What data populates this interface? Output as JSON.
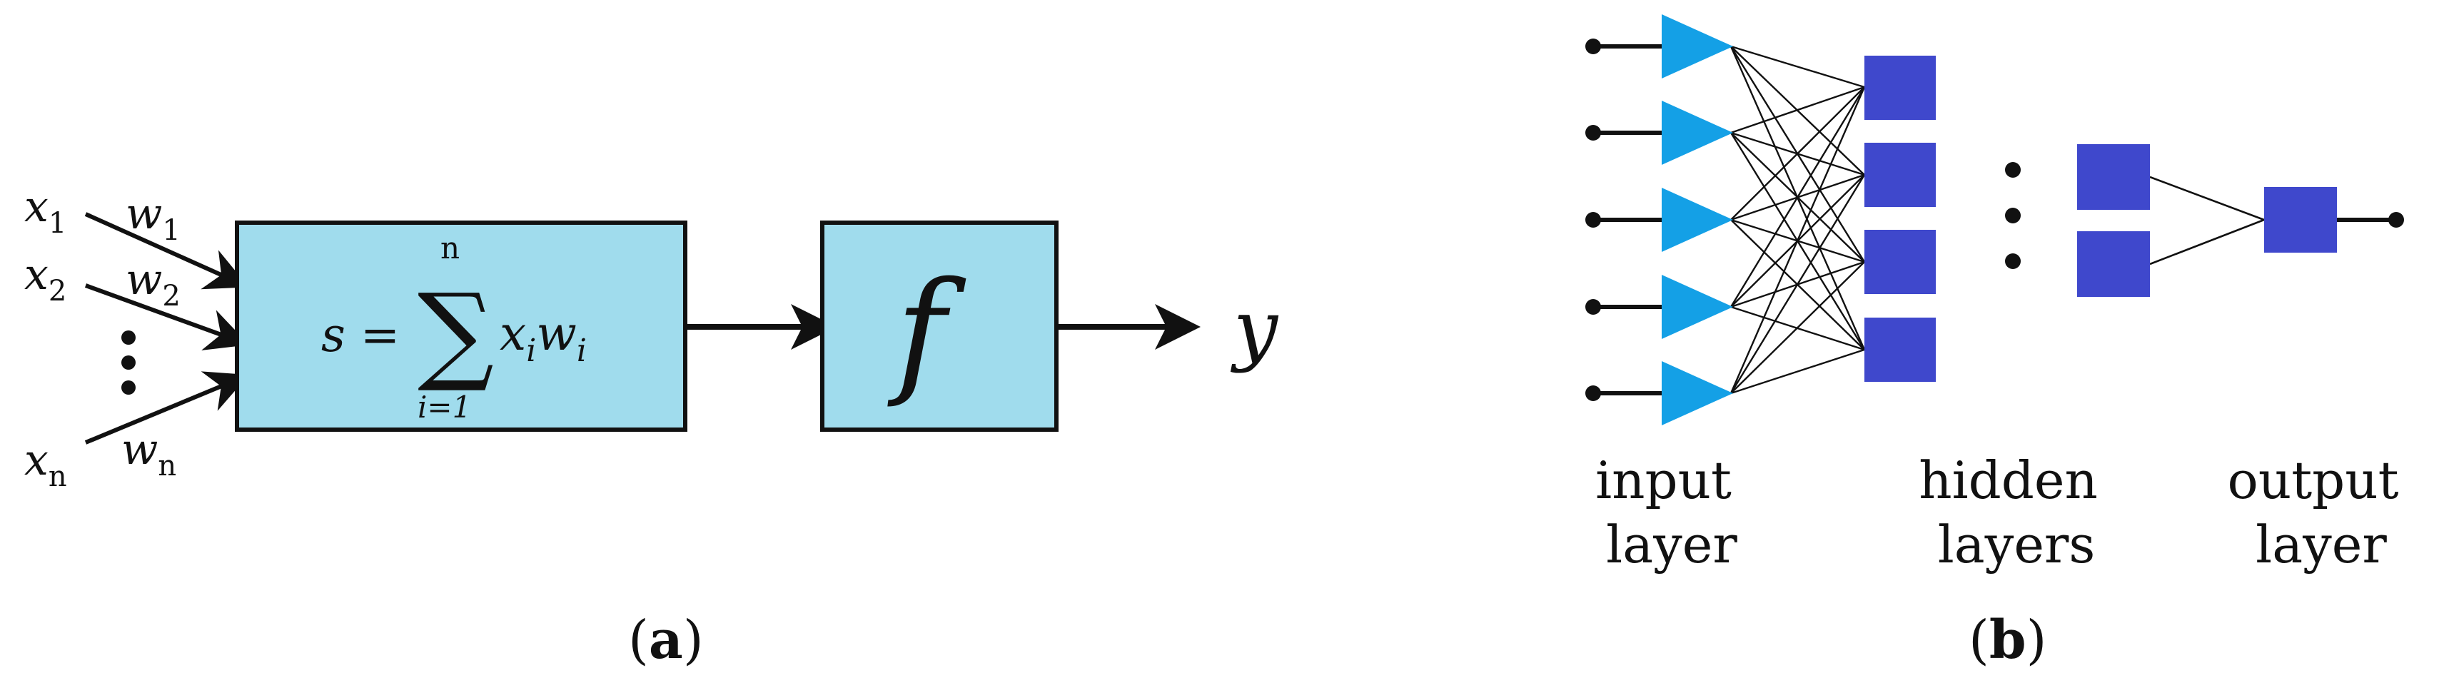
{
  "panel_a": {
    "inputs": [
      {
        "x_base": "x",
        "x_sub": "1",
        "w_base": "w",
        "w_sub": "1"
      },
      {
        "x_base": "x",
        "x_sub": "2",
        "w_base": "w",
        "w_sub": "2"
      },
      {
        "x_base": "x",
        "x_sub": "n",
        "w_base": "w",
        "w_sub": "n"
      }
    ],
    "sum_lhs": "s =",
    "sum_symbol": "∑",
    "sum_upper": "n",
    "sum_lower": "i=1",
    "sum_term_x": "x",
    "sum_term_xsub": "i",
    "sum_term_w": "w",
    "sum_term_wsub": "i",
    "activation_label": "f",
    "output_label": "y",
    "caption_open": "(",
    "caption_letter": "a",
    "caption_close": ")"
  },
  "panel_b": {
    "input_label_1": "input",
    "input_label_2": "layer",
    "hidden_label_1": "hidden",
    "hidden_label_2": "layers",
    "output_label_1": "output",
    "output_label_2": "layer",
    "caption_open": "(",
    "caption_letter": "b",
    "caption_close": ")"
  },
  "colors": {
    "box_fill": "#a0dced",
    "input_neuron": "#14a0e6",
    "hidden_neuron": "#3f48cc",
    "line": "#111111"
  },
  "icons": {
    "input_neuron": "triangle",
    "hidden_neuron": "square",
    "ellipsis": "vertical-dots"
  }
}
